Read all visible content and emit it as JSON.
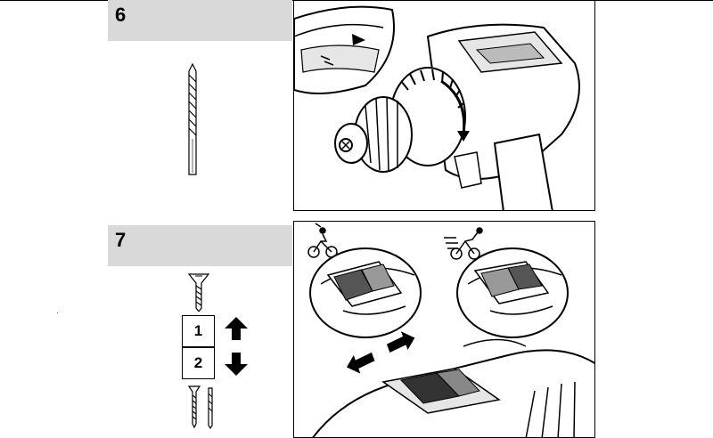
{
  "steps": [
    {
      "number": "6"
    },
    {
      "number": "7"
    }
  ],
  "gear_selector": {
    "gear_1": "1",
    "gear_2": "2"
  }
}
